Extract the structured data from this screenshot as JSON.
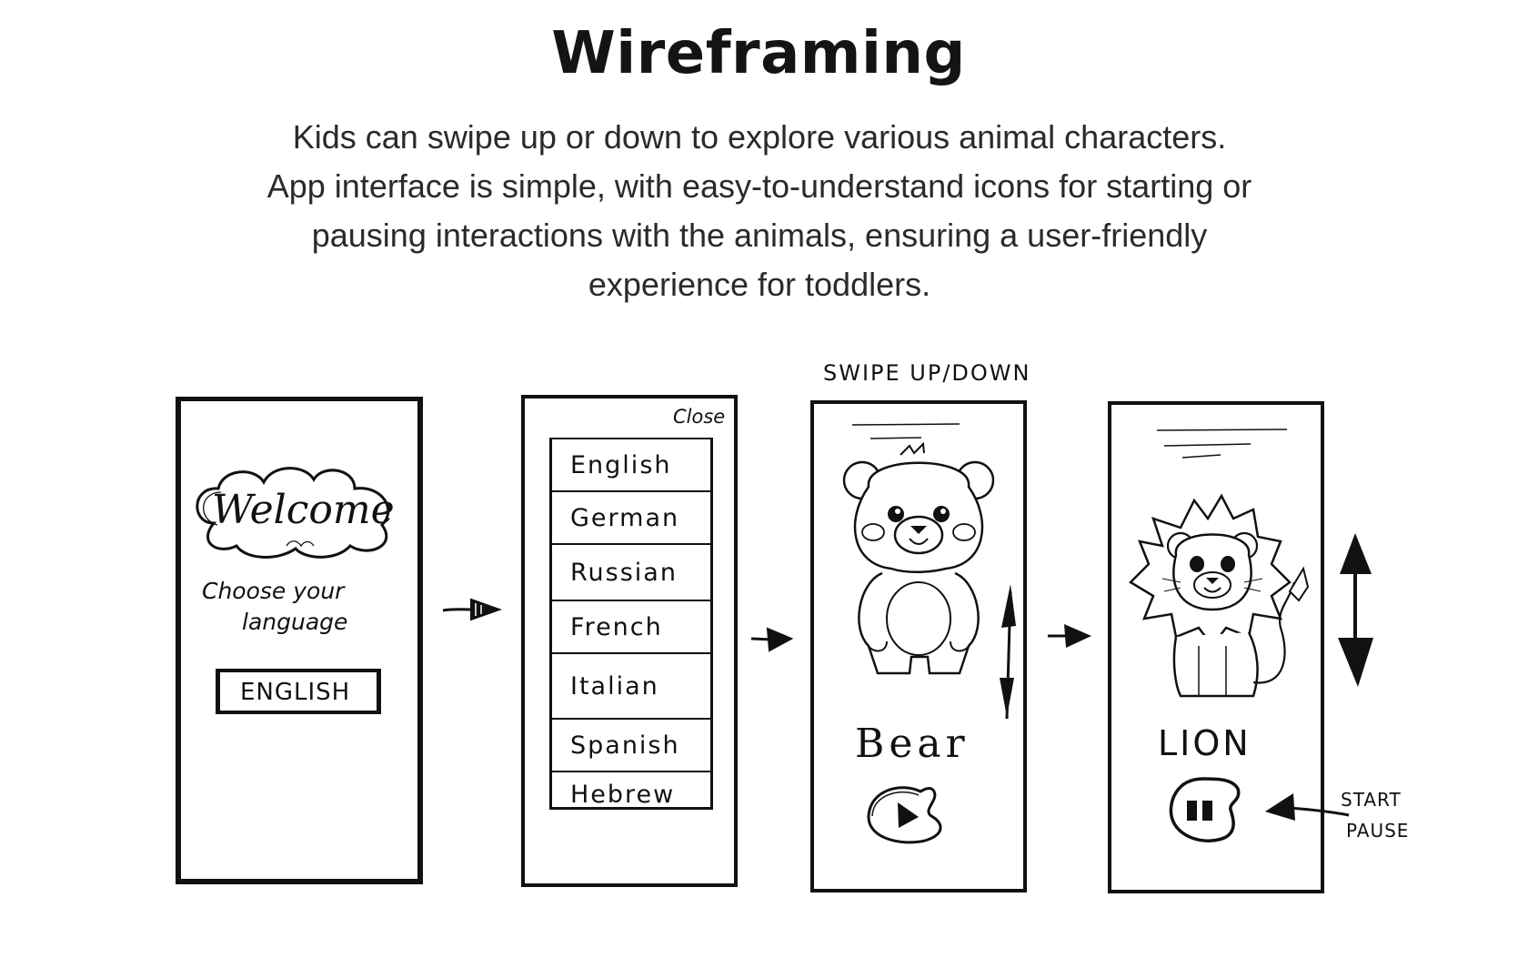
{
  "header": {
    "title": "Wireframing",
    "description_lines": [
      "Kids can swipe up or down to explore various animal characters.",
      "App interface is simple, with easy-to-understand icons for starting or",
      "pausing interactions with the animals, ensuring a user-friendly",
      "experience for toddlers."
    ]
  },
  "screens": {
    "welcome": {
      "cloud_text": "Welcome",
      "prompt_line1": "Choose your",
      "prompt_line2": "language",
      "language_button": "ENGLISH"
    },
    "language_picker": {
      "close_label": "Close",
      "languages": [
        "English",
        "German",
        "Russian",
        "French",
        "Italian",
        "Spanish",
        "Hebrew"
      ]
    },
    "bear": {
      "annotation": "SWIPE UP/DOWN",
      "animal_name": "Bear",
      "control_icon": "play-icon"
    },
    "lion": {
      "animal_name": "LION",
      "control_icon": "pause-icon",
      "annotation_line1": "START",
      "annotation_line2": "PAUSE"
    }
  },
  "flow_arrows": [
    "arrow-right",
    "arrow-right",
    "arrow-right"
  ],
  "colors": {
    "ink": "#111111",
    "background": "#ffffff",
    "text": "#2a2a2a"
  }
}
